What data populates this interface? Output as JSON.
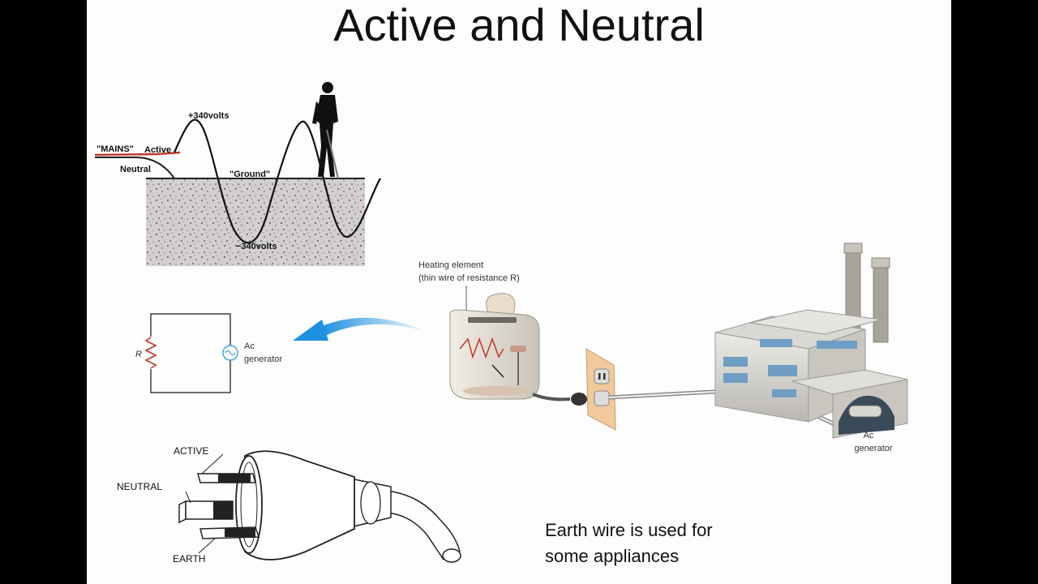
{
  "slide": {
    "title": "Active and Neutral",
    "earth_note_line1": "Earth wire is used for",
    "earth_note_line2": "some appliances"
  },
  "mains_figure": {
    "mains_label": "\"MAINS\"",
    "active_label": "Active",
    "neutral_label": "Neutral",
    "peak_label": "+340volts",
    "ground_label": "\"Ground\"",
    "trough_label": "−340volts",
    "person_icon": "person-silhouette-icon"
  },
  "circuit_figure": {
    "resistor_label": "R",
    "generator_label_line1": "Ac",
    "generator_label_line2": "generator",
    "arrow_icon": "curved-arrow-left-icon"
  },
  "toaster_figure": {
    "heating_label_line1": "Heating element",
    "heating_label_line2": "(thin wire of resistance R)",
    "generator_label_line1": "Ac",
    "generator_label_line2": "generator",
    "icons": [
      "toaster-icon",
      "wall-outlet-icon",
      "power-plant-icon"
    ]
  },
  "plug_figure": {
    "active_label": "ACTIVE",
    "neutral_label": "NEUTRAL",
    "earth_label": "EARTH",
    "plug_icon": "three-pin-plug-icon"
  },
  "colors": {
    "background": "#000000",
    "slide": "#fdfdfd",
    "active_wire": "#c0392b",
    "arrow": "#2b9be0",
    "ground": "#cfcaca",
    "building_window": "#6e9ec4"
  }
}
